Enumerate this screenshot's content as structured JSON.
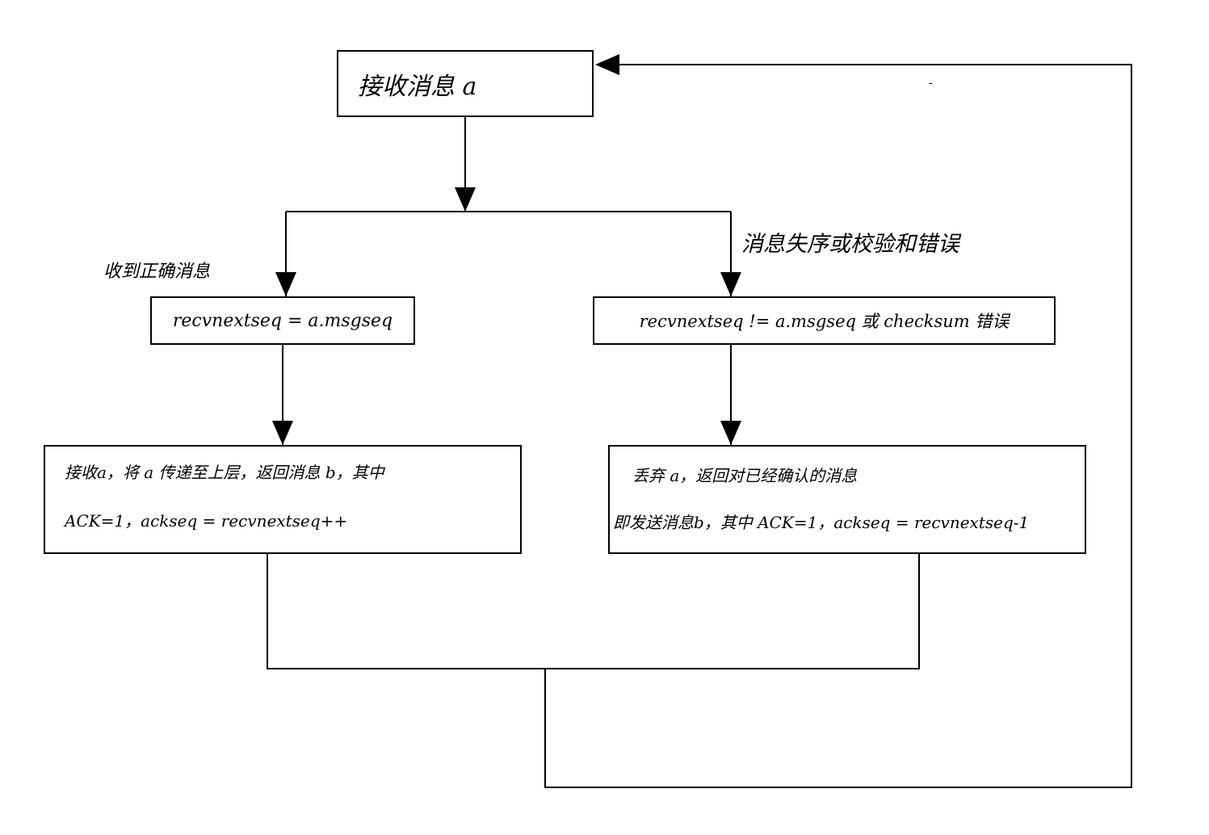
{
  "nodes": {
    "receive": "接收消息 a",
    "ok_condition": "recvnextseq = a.msgseq",
    "err_condition": "recvnextseq != a.msgseq 或 checksum 错误",
    "ok_action": {
      "line1": "接收a，将 a 传递至上层，返回消息 b，其中",
      "line2": "ACK=1，ackseq = recvnextseq++"
    },
    "err_action": {
      "line1": "丢弃 a，返回对已经确认的消息",
      "line2": "即发送消息b，其中 ACK=1，ackseq = recvnextseq-1"
    }
  },
  "edge_labels": {
    "ok": "收到正确消息",
    "err": "消息失序或校验和错误"
  },
  "stray_mark": "-",
  "colors": {
    "stroke": "#000000",
    "background": "#ffffff"
  }
}
